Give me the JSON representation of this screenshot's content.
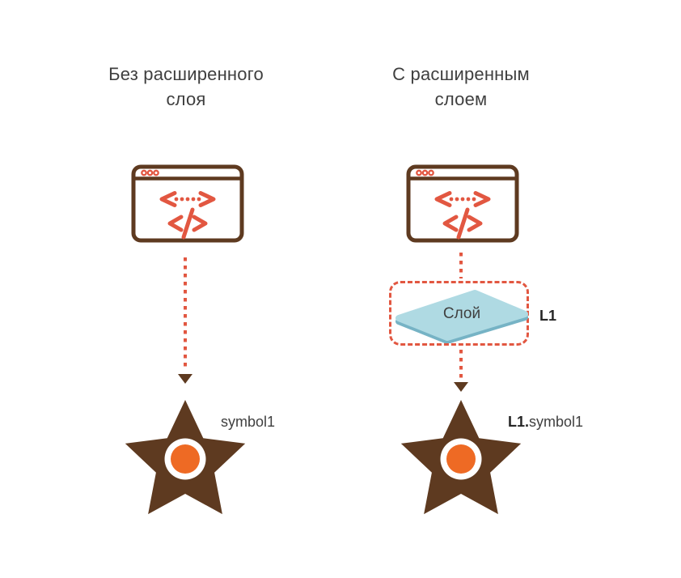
{
  "colors": {
    "background": "#FFFFFF",
    "brown": "#5E3A20",
    "orange_red": "#E25741",
    "orange": "#EE6A24",
    "layer_fill": "#AFDAE3",
    "layer_edge": "#76B3C5",
    "text": "#3F3F3F",
    "label_dark": "#262626"
  },
  "left_diagram": {
    "title": {
      "line1": "Без расширенного",
      "line2": "слоя"
    },
    "symbol_label": "symbol1"
  },
  "right_diagram": {
    "title": {
      "line1": "С расширенным",
      "line2": "слоем"
    },
    "layer": {
      "name": "Слой",
      "tag": "L1"
    },
    "symbol_label": {
      "prefix": "L1.",
      "suffix": "symbol1"
    }
  }
}
